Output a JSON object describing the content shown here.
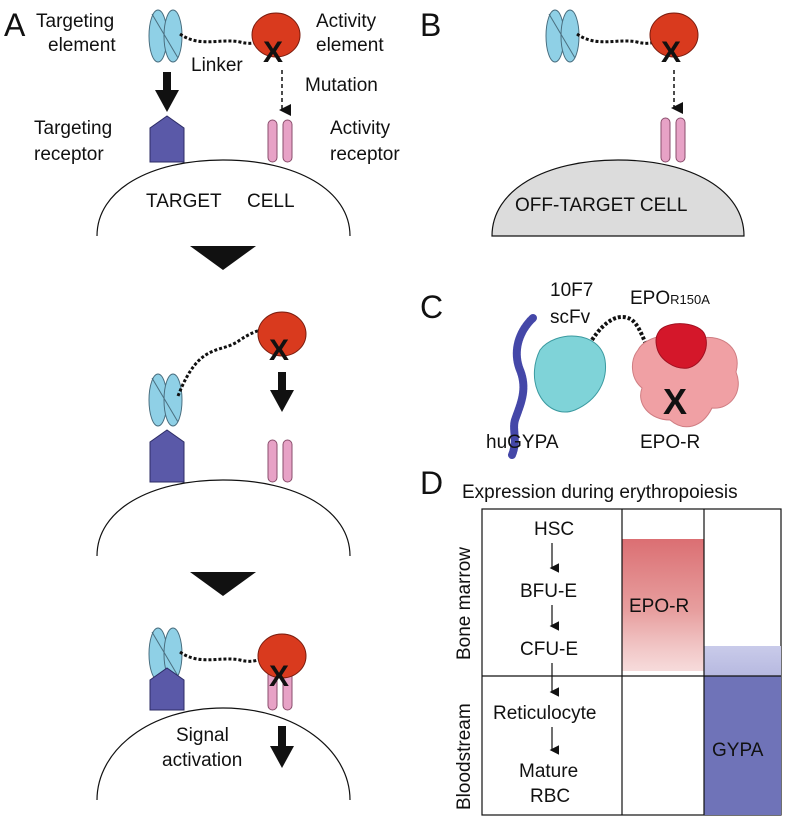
{
  "panels": {
    "A": "A",
    "B": "B",
    "C": "C",
    "D": "D"
  },
  "panel_a": {
    "targeting_element_line1": "Targeting",
    "targeting_element_line2": "element",
    "activity_element_line1": "Activity",
    "activity_element_line2": "element",
    "linker": "Linker",
    "mutation": "Mutation",
    "targeting_receptor_line1": "Targeting",
    "targeting_receptor_line2": "receptor",
    "activity_receptor_line1": "Activity",
    "activity_receptor_line2": "receptor",
    "target_cell_word1": "TARGET",
    "target_cell_word2": "CELL",
    "signal_line1": "Signal",
    "signal_line2": "activation",
    "mutation_mark": "X"
  },
  "panel_b": {
    "off_target_cell": "OFF-TARGET  CELL",
    "mutation_mark": "X"
  },
  "panel_c": {
    "antibody_line1": "10F7",
    "antibody_line2": "scFv",
    "epo_main": "EPO",
    "epo_sub": "R150A",
    "hugypa": "huGYPA",
    "epo_r": "EPO-R",
    "mutation_mark": "X"
  },
  "panel_d": {
    "title": "Expression during erythropoiesis",
    "row_bone_marrow": "Bone marrow",
    "row_bloodstream": "Bloodstream",
    "stages": [
      "HSC",
      "BFU-E",
      "CFU-E",
      "Reticulocyte",
      "Mature",
      "RBC"
    ],
    "col_epo_r": "EPO-R",
    "col_gypa": "GYPA",
    "colors": {
      "epo_r": "#d9676b",
      "gypa": "#6f73b8"
    }
  },
  "colors": {
    "targeting_element": "#8fd0e6",
    "activity_element": "#d93a1e",
    "targeting_receptor": "#5a59a8",
    "activity_receptor": "#e7a2c6",
    "off_target_cell": "#dcdcdc"
  }
}
